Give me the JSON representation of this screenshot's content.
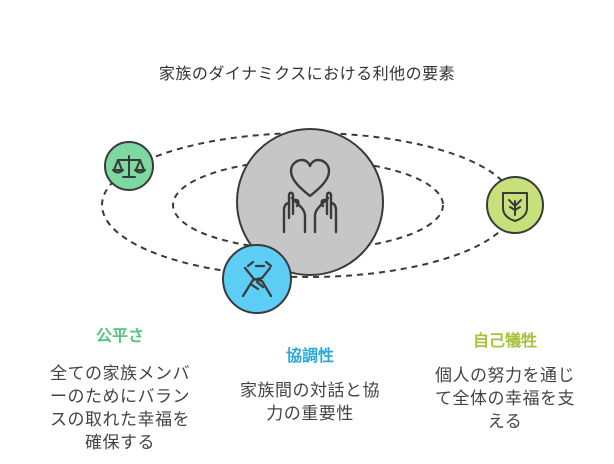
{
  "diagram": {
    "title": "家族のダイナミクスにおける利他の要素",
    "center_icon": "heart-in-hands-icon",
    "nodes": [
      {
        "id": "fairness",
        "label": "公平さ",
        "description_lines": [
          "全ての家族メンバ",
          "ーのためにバラン",
          "スの取れた幸福を",
          "確保する"
        ],
        "icon": "balance-scale-icon",
        "color": "#7dd99f",
        "label_color": "#55c47e"
      },
      {
        "id": "cooperation",
        "label": "協調性",
        "description_lines": [
          "家族間の対話と協",
          "力の重要性"
        ],
        "icon": "handshake-icon",
        "color": "#5ccdf5",
        "label_color": "#2aa9d9"
      },
      {
        "id": "self-sacrifice",
        "label": "自己犠牲",
        "description_lines": [
          "個人の努力を通じ",
          "て全体の幸福を支",
          "える"
        ],
        "icon": "sprout-badge-icon",
        "color": "#c8e07a",
        "label_color": "#a6c23c"
      }
    ]
  }
}
